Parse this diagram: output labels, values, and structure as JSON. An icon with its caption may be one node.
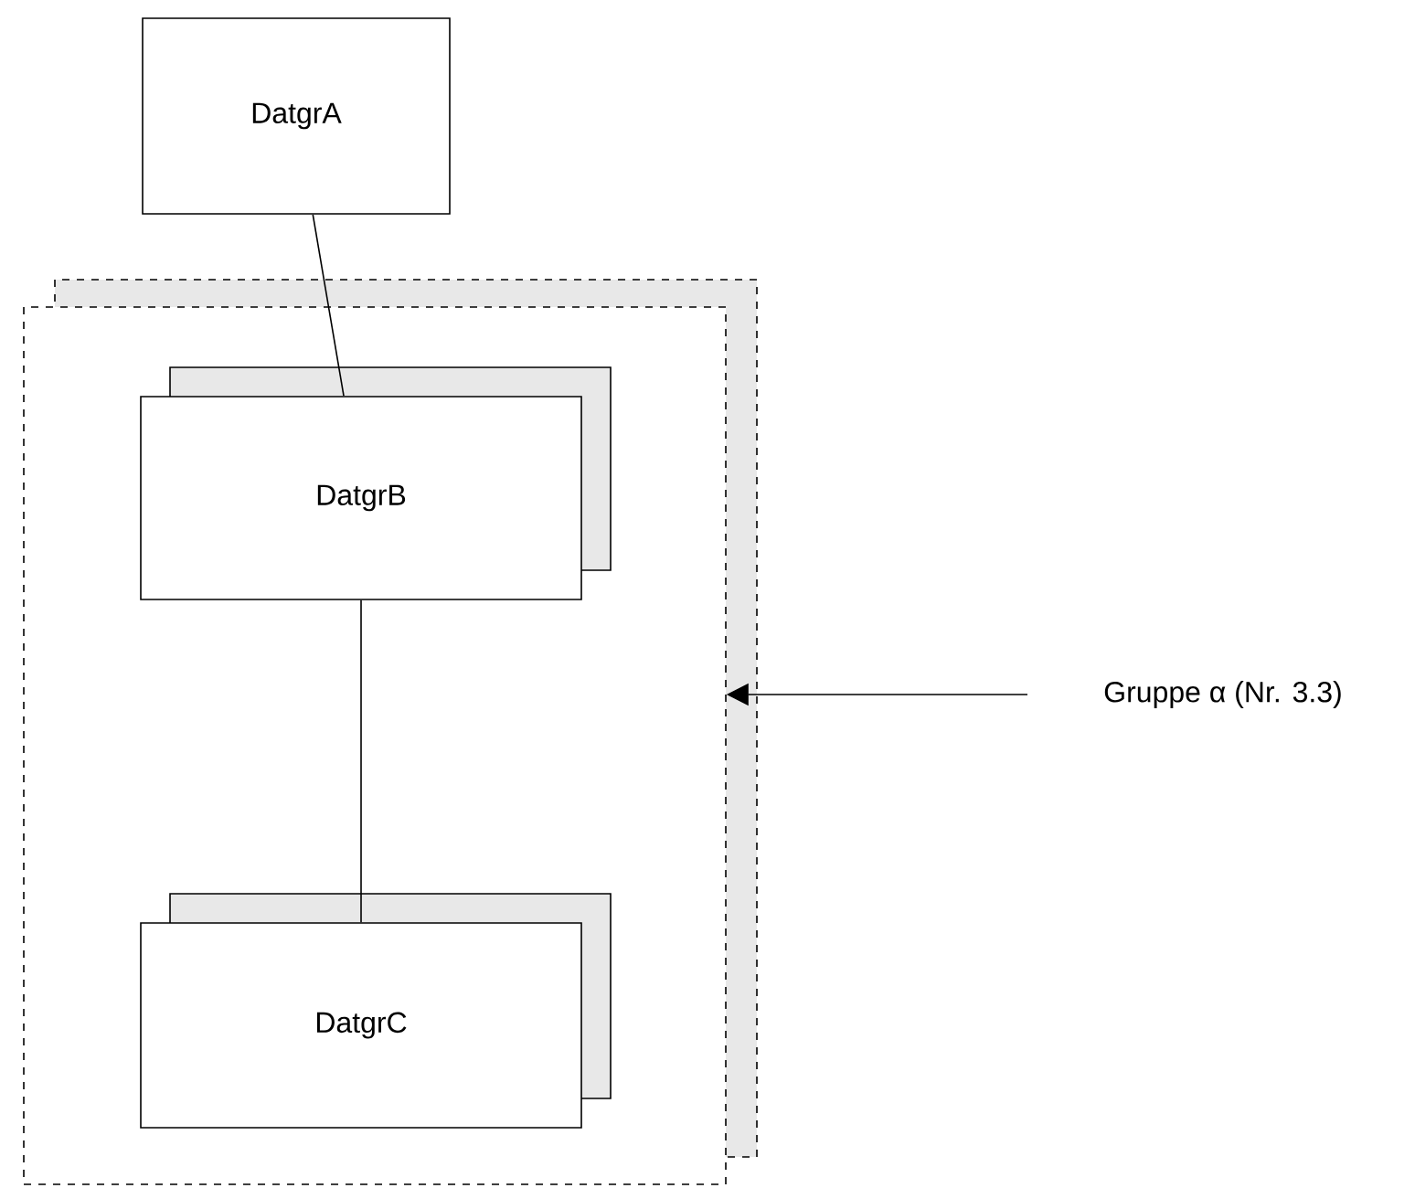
{
  "diagram": {
    "nodes": [
      {
        "text": [
          "DatgrA"
        ]
      },
      {
        "text": [],
        "shape": "box"
      },
      {
        "text": [
          "DatgrB"
        ],
        "in": 1
      },
      {
        "text": [
          "DatgrC"
        ],
        "in": 1
      },
      {
        "text": [
          "Gruppe α (Nr. 3.3)"
        ]
      }
    ],
    "edges": [
      {
        "from": 0,
        "to": 2,
        "arrow": "none"
      },
      {
        "from": 2,
        "to": 3,
        "arrow": "none"
      },
      {
        "from": 4,
        "to": 1,
        "arrow": "to"
      }
    ]
  }
}
